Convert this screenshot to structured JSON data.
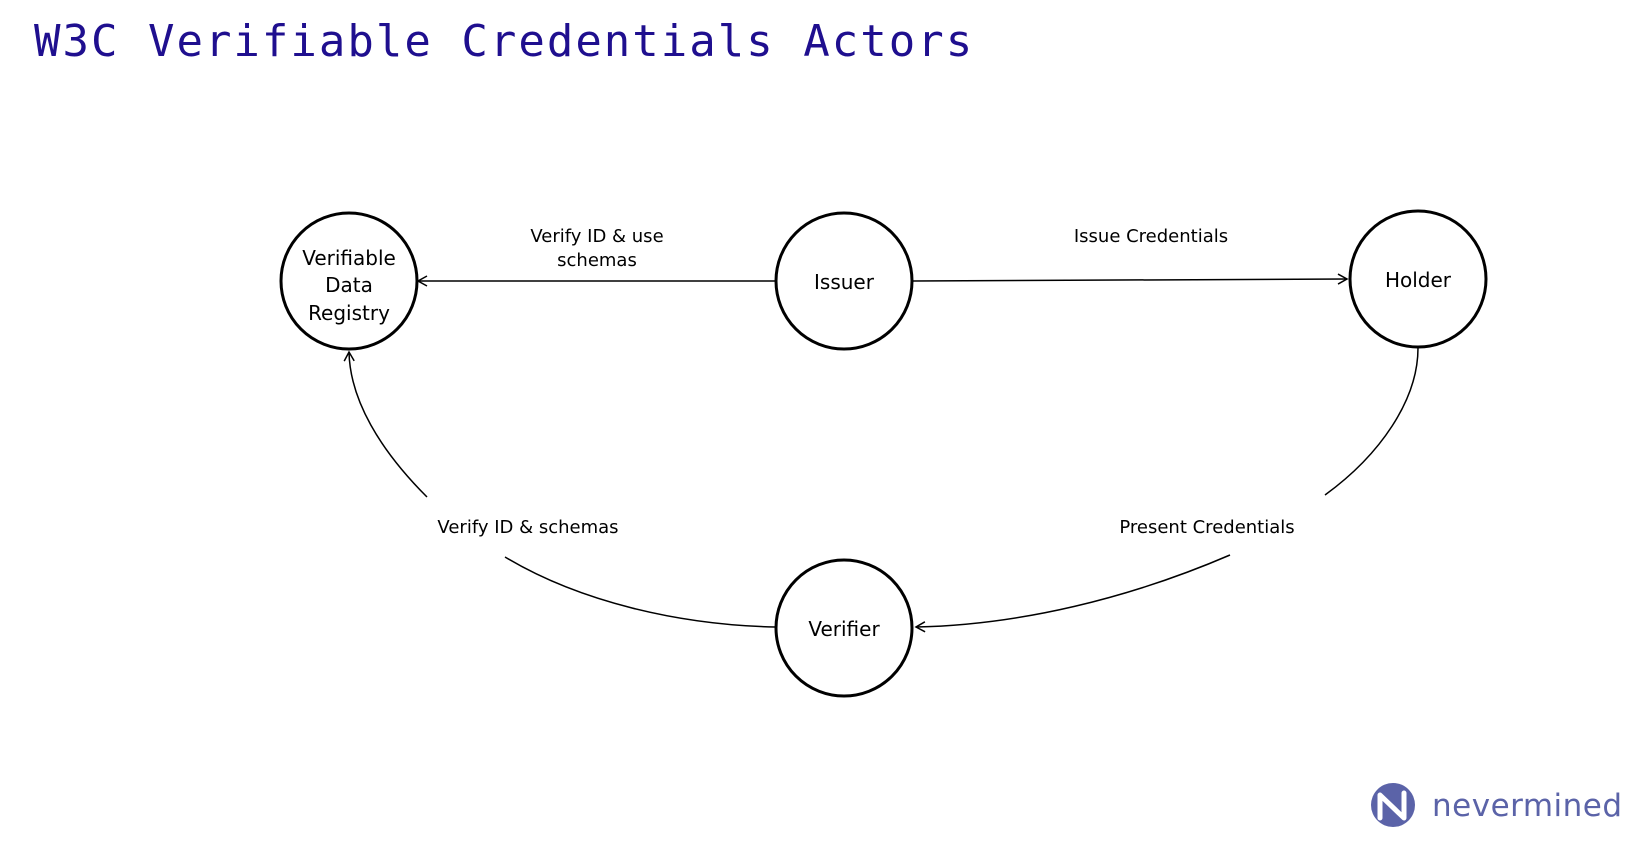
{
  "title": "W3C Verifiable Credentials Actors",
  "nodes": {
    "registry": {
      "lines": [
        "Verifiable",
        "Data",
        "Registry"
      ]
    },
    "issuer": {
      "label": "Issuer"
    },
    "holder": {
      "label": "Holder"
    },
    "verifier": {
      "label": "Verifier"
    }
  },
  "edges": {
    "issuer_to_registry": {
      "lines": [
        "Verify ID & use",
        "schemas"
      ]
    },
    "issuer_to_holder": {
      "label": "Issue Credentials"
    },
    "holder_to_verifier": {
      "label": "Present Credentials"
    },
    "verifier_to_registry": {
      "label": "Verify ID & schemas"
    }
  },
  "brand": {
    "name": "nevermined",
    "logo_icon": "nevermined-logo-icon",
    "color": "#5b63a8"
  },
  "colors": {
    "title": "#1f0f8f",
    "stroke": "#000000"
  }
}
